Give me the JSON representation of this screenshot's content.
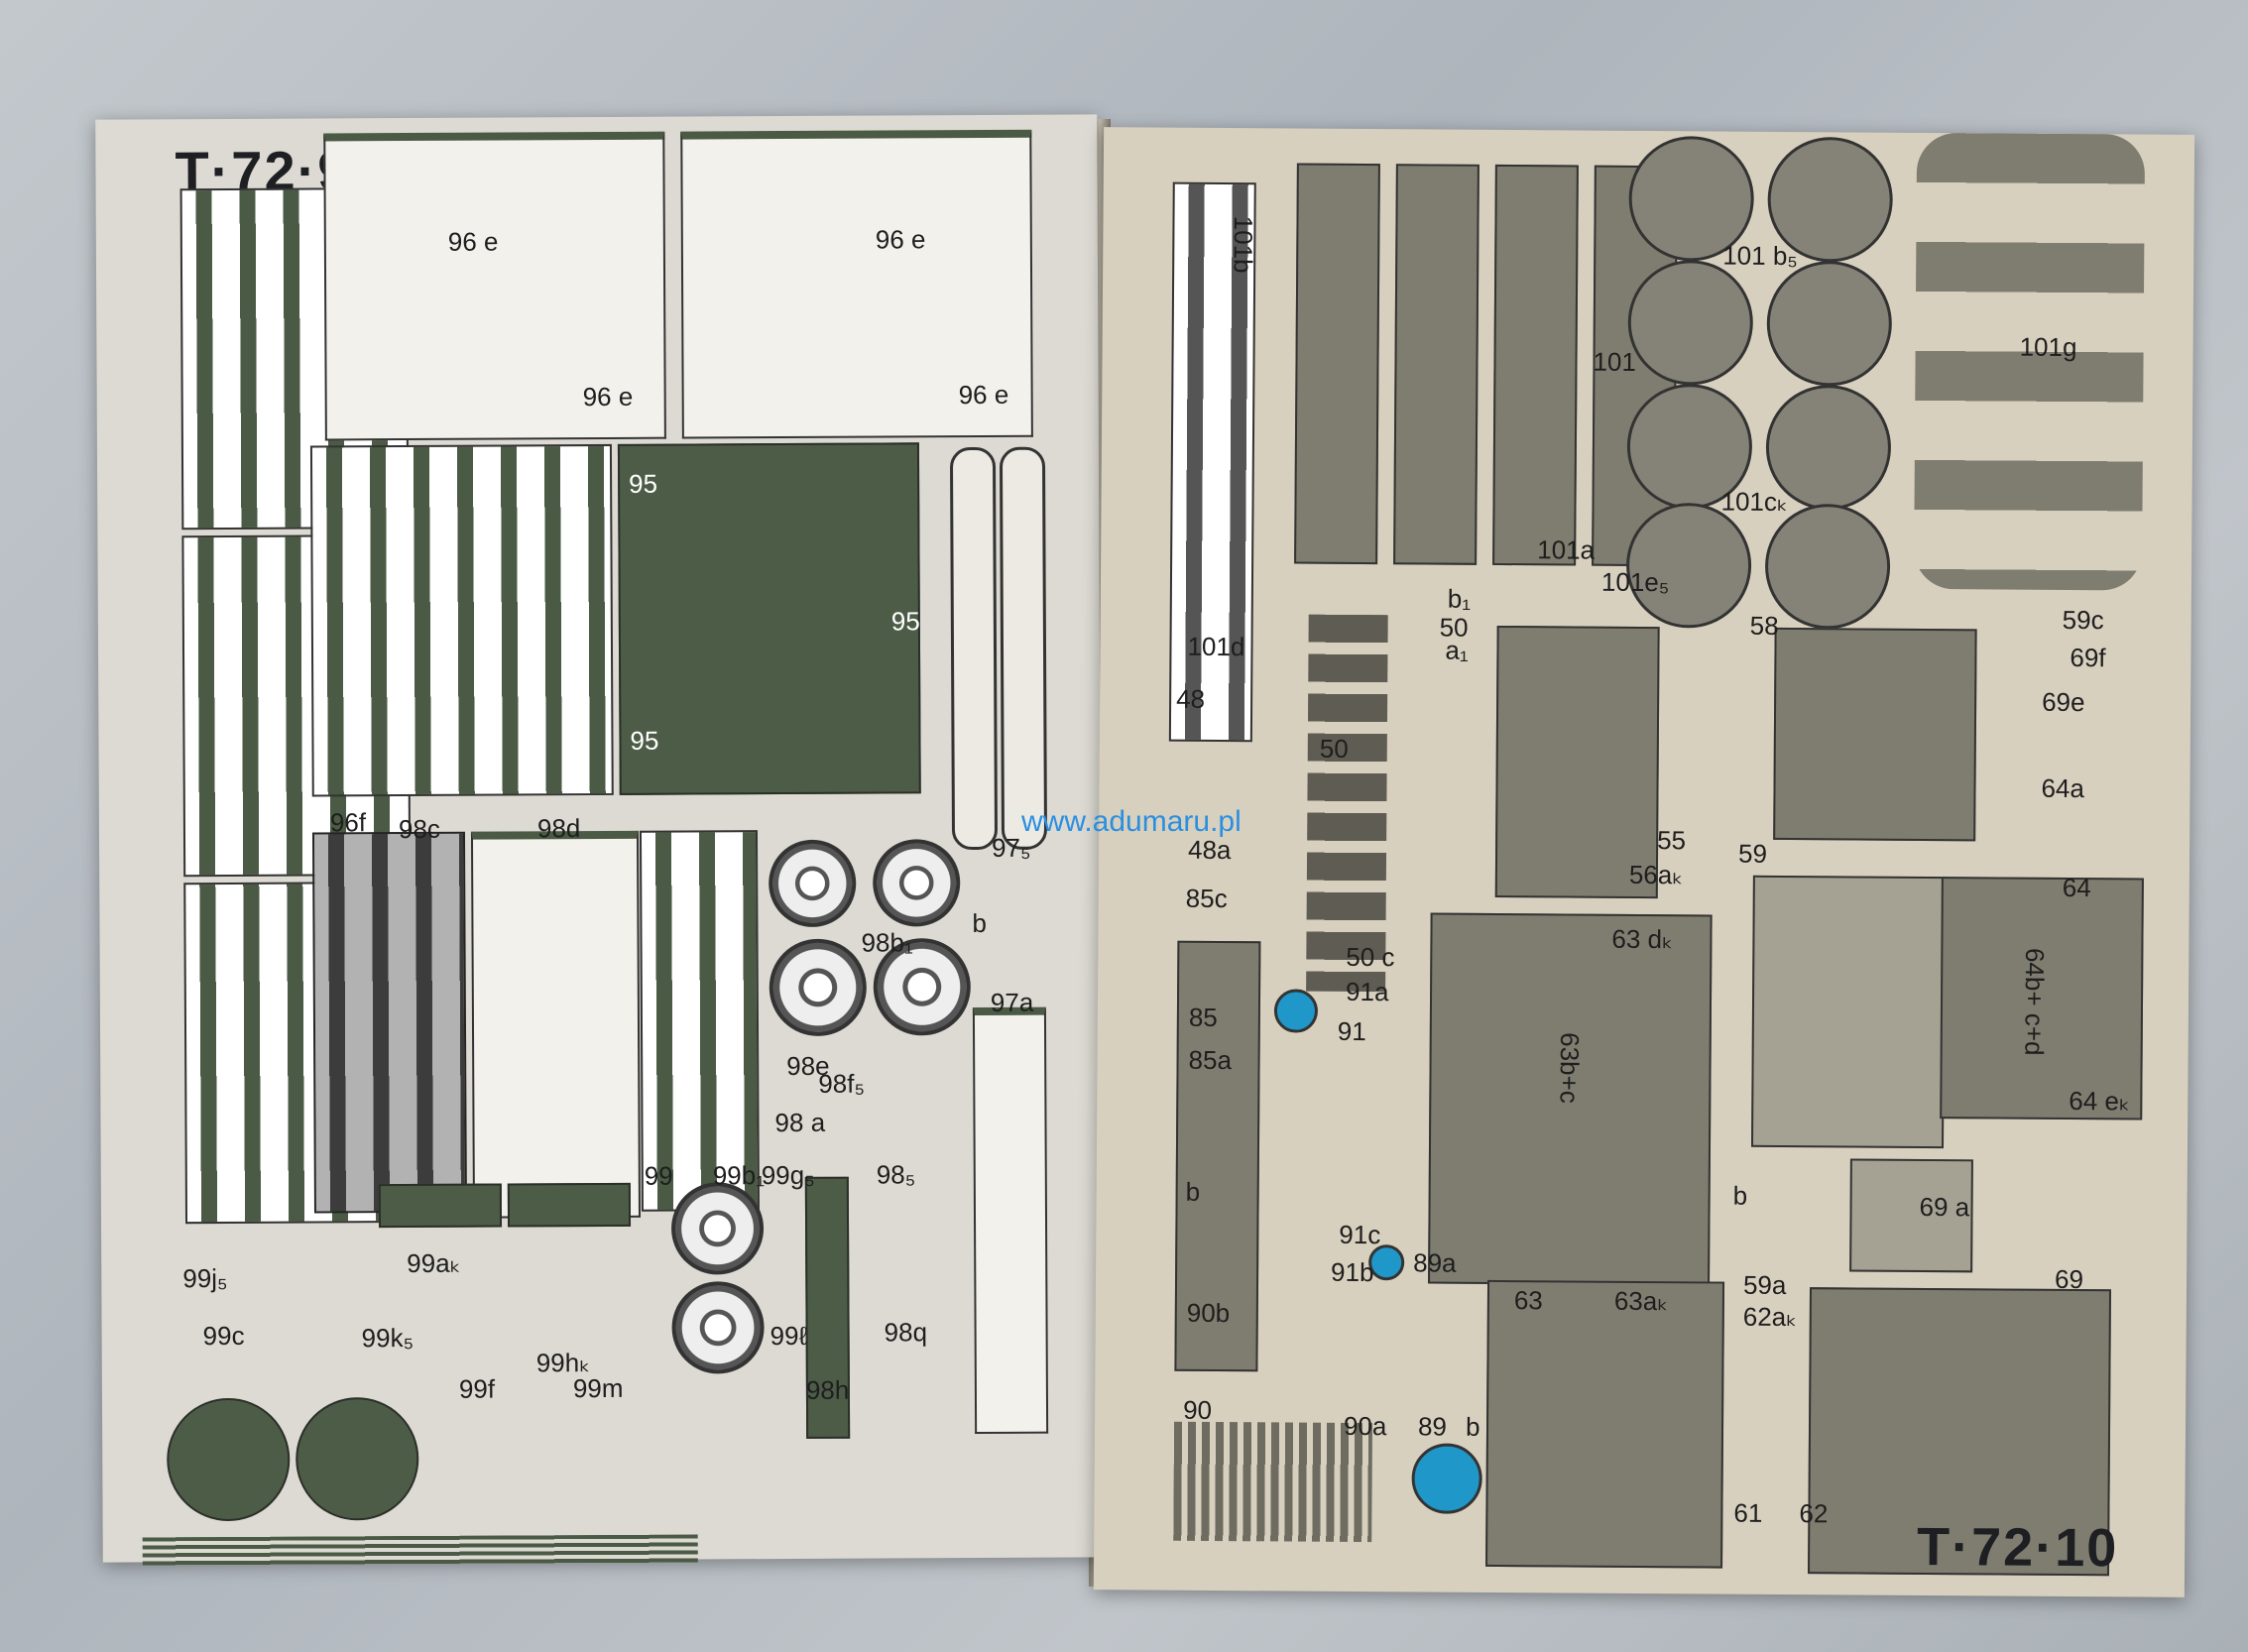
{
  "watermark": "www.adumaru.pl",
  "left_page": {
    "title": "T·72·9",
    "labels": [
      "96 e",
      "96 e",
      "96 e",
      "96 e",
      "95",
      "95",
      "95",
      "96f",
      "98c",
      "98d",
      "97₅",
      "98b₁",
      "b",
      "97a",
      "98e",
      "98f₅",
      "98 a",
      "99",
      "99b₁",
      "99g₅",
      "98₅",
      "99j₅",
      "99aₖ",
      "99c",
      "99k₅",
      "99hₖ",
      "99ℓ",
      "98q",
      "99f",
      "99m",
      "98h"
    ]
  },
  "right_page": {
    "title": "T·72·10",
    "labels": [
      "101b",
      "101 b₅",
      "101g",
      "101",
      "101cₖ",
      "101a",
      "101e₅",
      "b₁",
      "50",
      "a₁",
      "58",
      "59c",
      "69f",
      "69e",
      "101d",
      "48",
      "50",
      "64a",
      "48a",
      "55",
      "59",
      "56aₖ",
      "64",
      "85c",
      "63 dₖ",
      "50 c",
      "91a",
      "91",
      "85",
      "85a",
      "63b+c",
      "64b+ c+d",
      "64 eₖ",
      "69 a",
      "b",
      "91c",
      "b",
      "89a",
      "91b",
      "59a",
      "69",
      "63",
      "63aₖ",
      "62aₖ",
      "90b",
      "90",
      "90a",
      "89",
      "b",
      "61",
      "62"
    ]
  }
}
